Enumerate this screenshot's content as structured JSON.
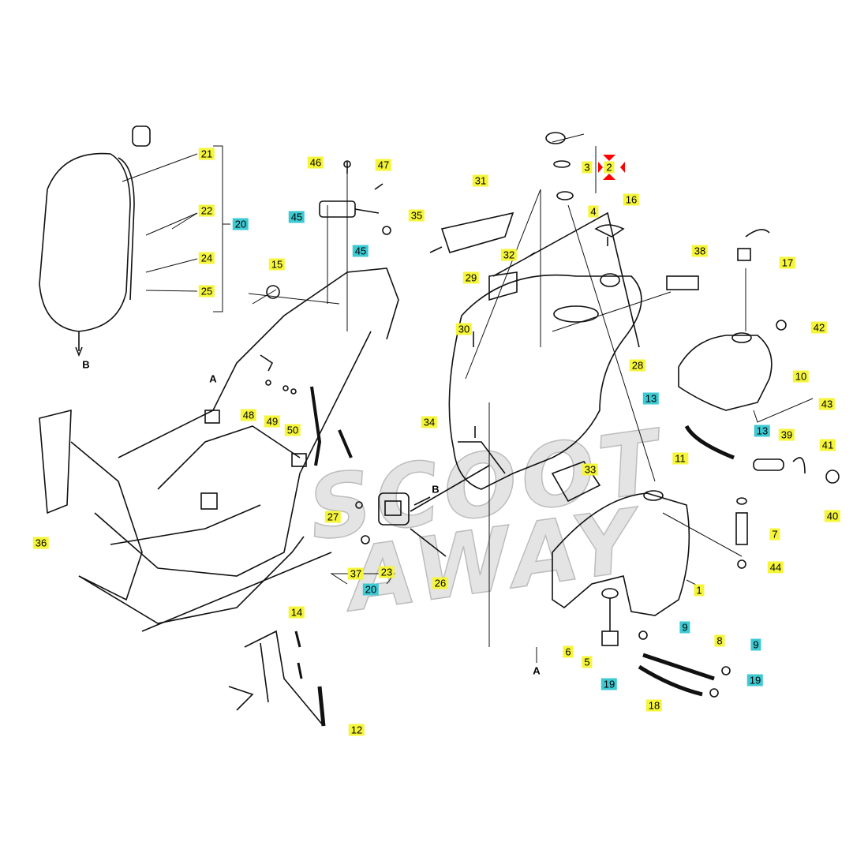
{
  "diagram": {
    "watermark": [
      "SCOOT",
      "AWAY"
    ],
    "reference_letters": [
      "A",
      "A",
      "B",
      "B"
    ],
    "labels": [
      {
        "text": "21",
        "group": "part"
      },
      {
        "text": "22",
        "group": "part"
      },
      {
        "text": "20",
        "group": "assembly"
      },
      {
        "text": "24",
        "group": "part"
      },
      {
        "text": "25",
        "group": "part"
      },
      {
        "text": "46",
        "group": "part"
      },
      {
        "text": "47",
        "group": "part"
      },
      {
        "text": "45",
        "group": "assembly"
      },
      {
        "text": "45",
        "group": "assembly"
      },
      {
        "text": "15",
        "group": "part"
      },
      {
        "text": "48",
        "group": "part"
      },
      {
        "text": "49",
        "group": "part"
      },
      {
        "text": "50",
        "group": "part"
      },
      {
        "text": "36",
        "group": "part"
      },
      {
        "text": "14",
        "group": "part"
      },
      {
        "text": "12",
        "group": "part"
      },
      {
        "text": "27",
        "group": "part"
      },
      {
        "text": "37",
        "group": "part"
      },
      {
        "text": "23",
        "group": "part"
      },
      {
        "text": "20",
        "group": "assembly"
      },
      {
        "text": "26",
        "group": "part"
      },
      {
        "text": "31",
        "group": "part"
      },
      {
        "text": "35",
        "group": "part"
      },
      {
        "text": "32",
        "group": "part"
      },
      {
        "text": "29",
        "group": "part"
      },
      {
        "text": "30",
        "group": "part"
      },
      {
        "text": "34",
        "group": "part"
      },
      {
        "text": "33",
        "group": "part"
      },
      {
        "text": "28",
        "group": "part"
      },
      {
        "text": "3",
        "group": "part"
      },
      {
        "text": "2",
        "group": "part"
      },
      {
        "text": "4",
        "group": "part"
      },
      {
        "text": "16",
        "group": "part"
      },
      {
        "text": "38",
        "group": "part"
      },
      {
        "text": "17",
        "group": "part"
      },
      {
        "text": "42",
        "group": "part"
      },
      {
        "text": "10",
        "group": "part"
      },
      {
        "text": "13",
        "group": "assembly"
      },
      {
        "text": "43",
        "group": "part"
      },
      {
        "text": "13",
        "group": "assembly"
      },
      {
        "text": "39",
        "group": "part"
      },
      {
        "text": "41",
        "group": "part"
      },
      {
        "text": "11",
        "group": "part"
      },
      {
        "text": "40",
        "group": "part"
      },
      {
        "text": "7",
        "group": "part"
      },
      {
        "text": "44",
        "group": "part"
      },
      {
        "text": "1",
        "group": "part"
      },
      {
        "text": "9",
        "group": "assembly"
      },
      {
        "text": "8",
        "group": "part"
      },
      {
        "text": "9",
        "group": "assembly"
      },
      {
        "text": "6",
        "group": "part"
      },
      {
        "text": "5",
        "group": "part"
      },
      {
        "text": "19",
        "group": "assembly"
      },
      {
        "text": "19",
        "group": "assembly"
      },
      {
        "text": "18",
        "group": "part"
      }
    ]
  },
  "colors": {
    "part": "#f5f53a",
    "assembly": "#3cc9d2",
    "highlight": "#ff0000"
  }
}
